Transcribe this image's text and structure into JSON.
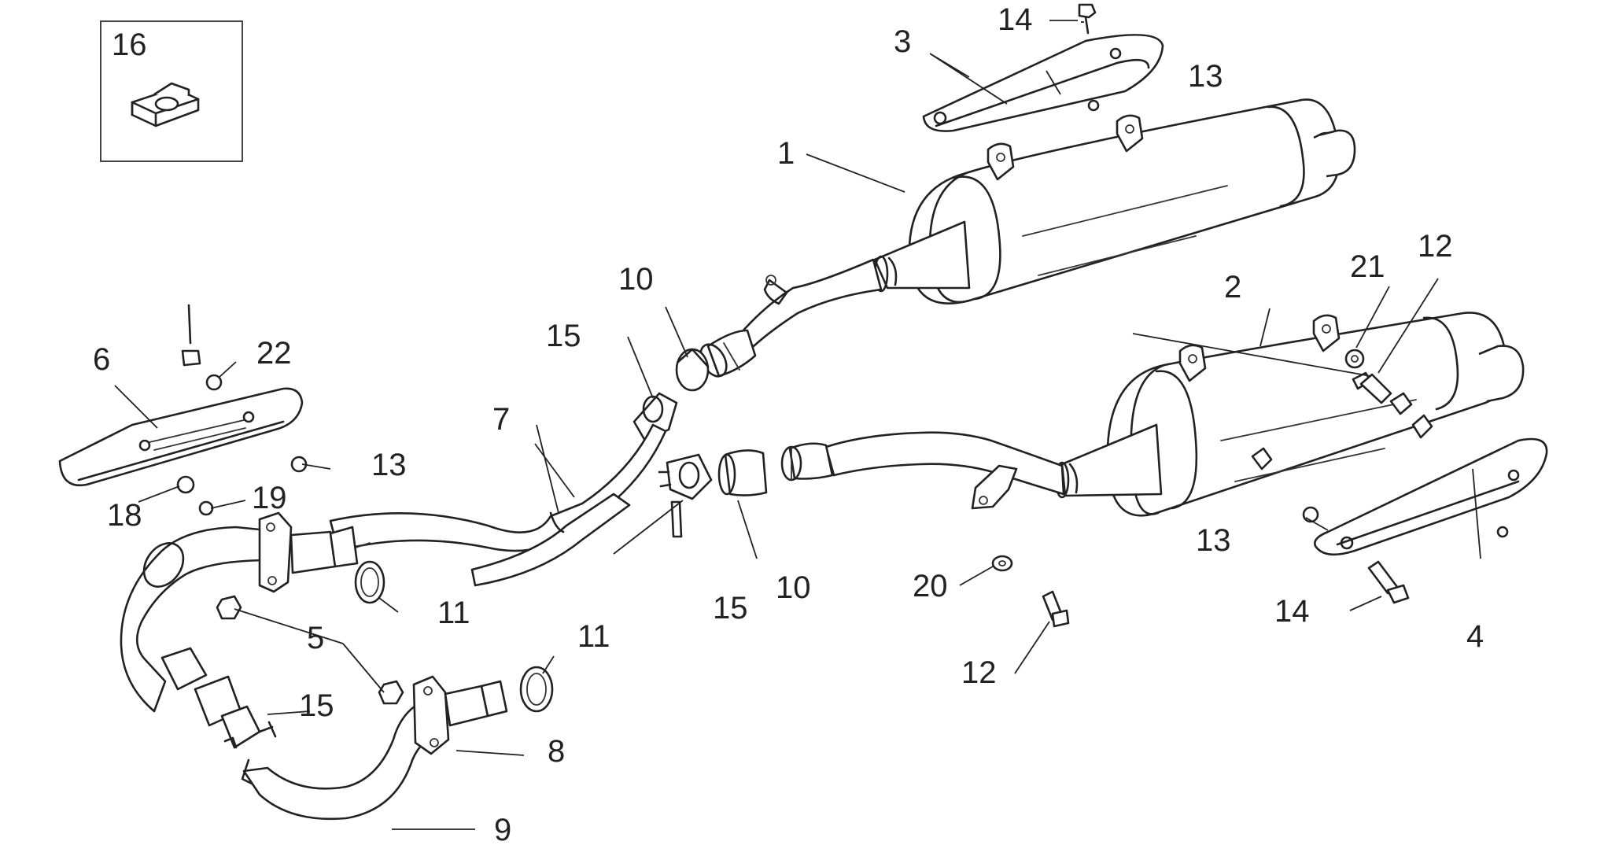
{
  "inset": {
    "label": "16",
    "icon": "spring-clip-nut-icon"
  },
  "callouts": {
    "c1": "1",
    "c2": "2",
    "c3": "3",
    "c4": "4",
    "c5": "5",
    "c6": "6",
    "c7": "7",
    "c8": "8",
    "c9": "9",
    "c10a": "10",
    "c10b": "10",
    "c11a": "11",
    "c11b": "11",
    "c12a": "12",
    "c12b": "12",
    "c13a": "13",
    "c13b": "13",
    "c13c": "13",
    "c14a": "14",
    "c14b": "14",
    "c15a": "15",
    "c15b": "15",
    "c15c": "15",
    "c18": "18",
    "c19": "19",
    "c20": "20",
    "c21": "21",
    "c22": "22"
  }
}
